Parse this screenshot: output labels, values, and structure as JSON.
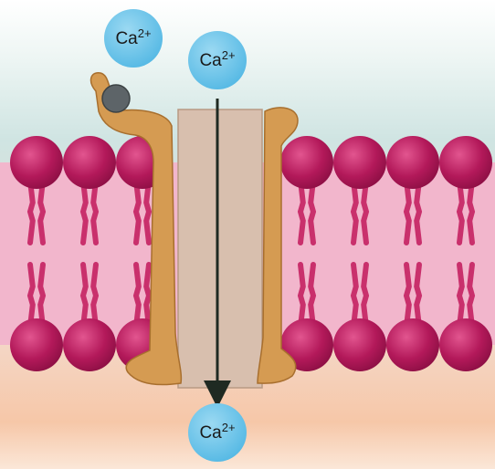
{
  "ions": [
    {
      "base": "Ca",
      "charge": "2+"
    },
    {
      "base": "Ca",
      "charge": "2+"
    },
    {
      "base": "Ca",
      "charge": "2+"
    }
  ],
  "colors": {
    "extracellular": "#cfe4e2",
    "intracellular": "#f6c7a8",
    "membrane_core": "#f2b6cc",
    "phospholipid_head": "#b3195a",
    "phospholipid_tail": "#c9306c",
    "channel_protein": "#d59b52",
    "channel_pore": "#d8bfae",
    "ion": "#6fc6ea",
    "ligand": "#5d6468",
    "arrow": "#1f2a22"
  }
}
